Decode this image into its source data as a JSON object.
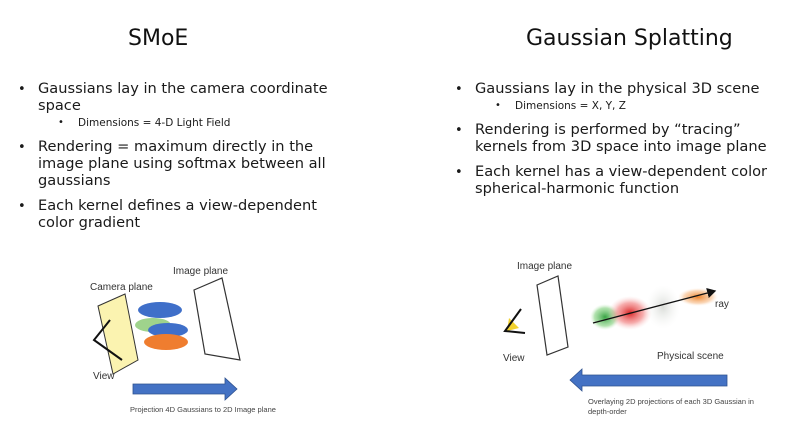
{
  "left": {
    "title": "SMoE",
    "bullets": [
      {
        "text": "Gaussians lay in the camera coordinate space",
        "sub": [
          "Dimensions = 4-D Light Field"
        ]
      },
      {
        "text": "Rendering = maximum directly in the image plane using softmax between all gaussians"
      },
      {
        "text": "Each kernel defines a view-dependent color gradient"
      }
    ],
    "diagram": {
      "image_plane_label": "Image plane",
      "camera_plane_label": "Camera plane",
      "view_label": "View",
      "caption": "Projection 4D Gaussians to 2D Image plane",
      "colors": {
        "camera_plane": "#fbf3b0",
        "blue": "#3f6fc9",
        "green": "#9fd38c",
        "orange": "#ef7d2f",
        "arrow": "#4472c4"
      }
    }
  },
  "right": {
    "title": "Gaussian Splatting",
    "bullets": [
      {
        "text": "Gaussians lay in the physical 3D scene",
        "sub": [
          "Dimensions = X, Y, Z"
        ]
      },
      {
        "text": "Rendering is performed by “tracing” kernels from 3D space into image plane"
      },
      {
        "text": "Each kernel has a view-dependent color spherical-harmonic function"
      }
    ],
    "diagram": {
      "image_plane_label": "Image plane",
      "view_label": "View",
      "ray_label": "ray",
      "physical_scene_label": "Physical scene",
      "caption_line1": "Overlaying 2D projections of each 3D Gaussian in",
      "caption_line2": "depth-order",
      "colors": {
        "view_fill": "#f2d22e",
        "green": "#4caf50",
        "red": "#e53935",
        "orange": "#f08a24",
        "arrow": "#4472c4"
      }
    }
  }
}
